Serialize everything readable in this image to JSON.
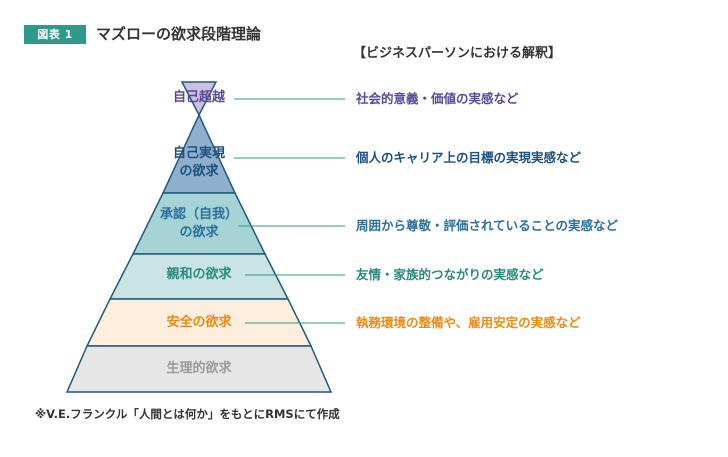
{
  "figure": {
    "badge": "図表 1",
    "title": "マズローの欲求段階理論",
    "interpretation_header": "【ビジネスパーソンにおける解釈】"
  },
  "levels": [
    {
      "label_lines": [
        "自己超越"
      ],
      "description": "社会的意義・価値の実感など",
      "text_color": "#5b4a9a"
    },
    {
      "label_lines": [
        "自己実現",
        "の欲求"
      ],
      "description": "個人のキャリア上の目標の実現実感など",
      "text_color": "#1d4f7f"
    },
    {
      "label_lines": [
        "承認（自我）",
        "の欲求"
      ],
      "description": "周囲から尊敬・評価されていることの実感など",
      "text_color": "#2c6f9a"
    },
    {
      "label_lines": [
        "親和の欲求"
      ],
      "description": "友情・家族的つながりの実感など",
      "text_color": "#2a8a80"
    },
    {
      "label_lines": [
        "安全の欲求"
      ],
      "description": "執務環境の整備や、雇用安定の実感など",
      "text_color": "#e88b17"
    },
    {
      "label_lines": [
        "生理的欲求"
      ],
      "description": "",
      "text_color": "#9a9a9a"
    }
  ],
  "colors": {
    "badge_bg": "#2e9a8c",
    "outline": "#1f5a7a",
    "level_fills": [
      "#c9c0e4",
      "#8fb0cc",
      "#a6d3d6",
      "#c9e4e2",
      "#fdeedd",
      "#e6e6e6"
    ],
    "leader_line": "#2e9a8c"
  },
  "footnote": "※V.E.フランクル「人間とは何か」をもとにRMSにて作成"
}
